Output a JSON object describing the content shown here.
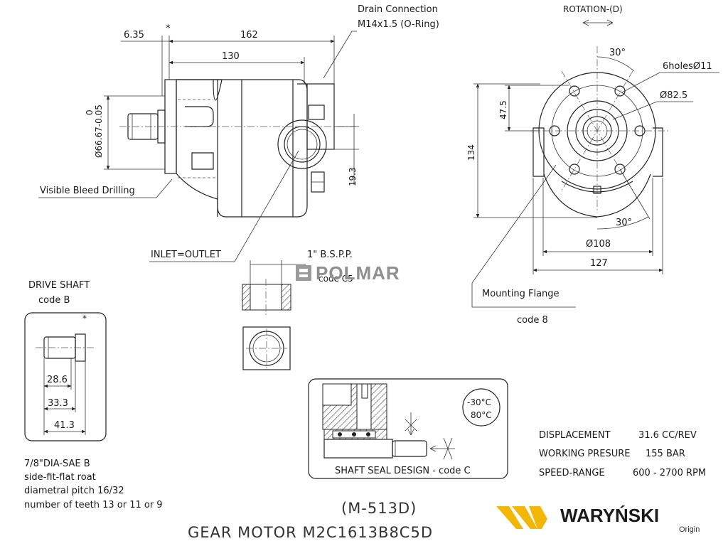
{
  "header": {
    "drain_connection": "Drain Connection",
    "drain_thread": "M14x1.5 (O-Ring)",
    "rotation": "ROTATION-(D)"
  },
  "side_view": {
    "dim_6_35": "6.35",
    "dim_star": "*",
    "dim_162": "162",
    "dim_130": "130",
    "dim_shaft_dia": "Ø66.67-0.05",
    "dim_shaft_tol": "0",
    "dim_19_3": "19.3",
    "bleed_label": "Visible Bleed Drilling",
    "inlet_label": "INLET=OUTLET"
  },
  "port": {
    "thread": "1\" B.S.P.P.",
    "code": "code C5"
  },
  "front_view": {
    "angle_top": "30°",
    "holes": "6holesØ11",
    "dia_82_5": "Ø82.5",
    "dim_47_5": "47.5",
    "dim_134": "134",
    "angle_bottom": "30°",
    "dia_108": "Ø108",
    "dim_127": "127",
    "mounting_flange": "Mounting Flange",
    "flange_code": "code 8"
  },
  "watermark": "POLMAR",
  "drive_shaft": {
    "title": "DRIVE SHAFT",
    "code": "code B",
    "star": "*",
    "dim_28_6": "28.6",
    "dim_33_3": "33.3",
    "dim_41_3": "41.3",
    "desc": [
      "7/8\"DIA-SAE B",
      "side-fit-flat roat",
      "diametral pitch  16/32",
      "number of teeth  13  or 11  or 9"
    ]
  },
  "seal": {
    "temp_low": "-30°C",
    "temp_high": "80°C",
    "caption": "SHAFT SEAL DESIGN - code C"
  },
  "specs": [
    {
      "label": "DISPLACEMENT",
      "value": "31.6  CC/REV"
    },
    {
      "label": "WORKING PRESURE",
      "value": "155 BAR"
    },
    {
      "label": "SPEED-RANGE",
      "value": "600 - 2700 RPM"
    }
  ],
  "model_code": "(M-513D)",
  "model_title": "GEAR MOTOR  M2C1613B8C5D",
  "brand": {
    "name": "WARYŃSKI",
    "sub": "Origin",
    "logo_color": "#f2b705",
    "text_color": "#1a1a1a"
  }
}
